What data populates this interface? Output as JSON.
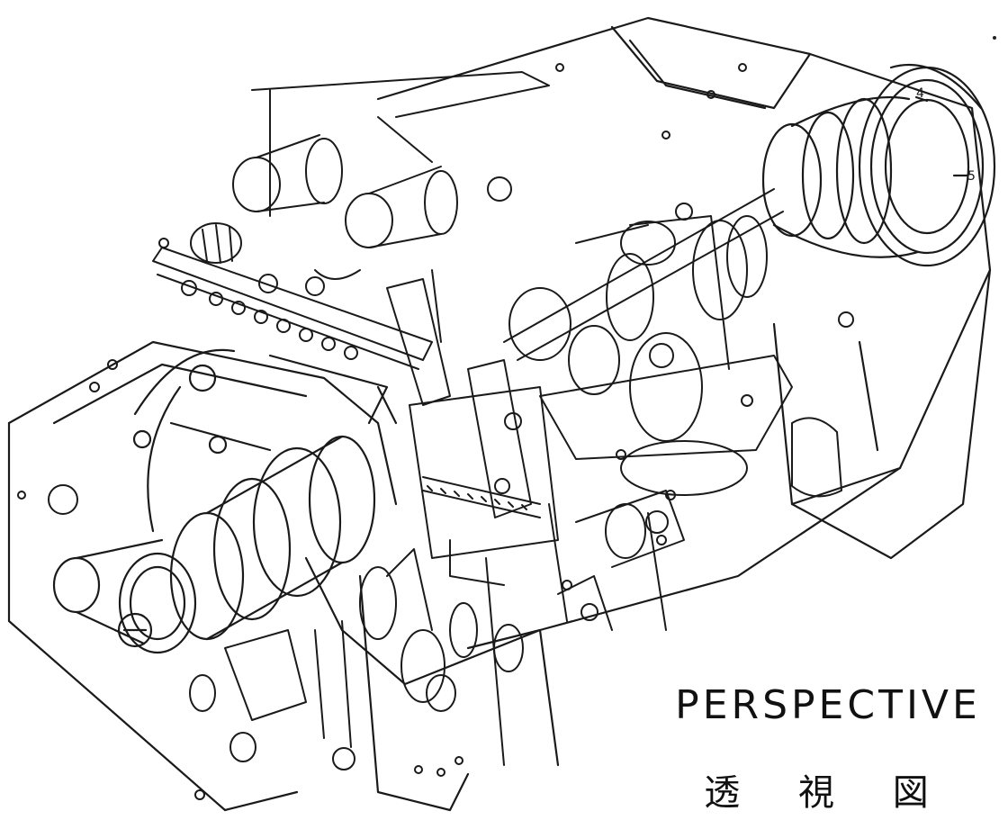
{
  "figure": {
    "title_en": "PERSPECTIVE",
    "title_jp": "透 視 図",
    "dial_numbers": [
      "4",
      "5"
    ]
  },
  "colors": {
    "ink": "#1a1a1a",
    "paper": "#ffffff"
  }
}
